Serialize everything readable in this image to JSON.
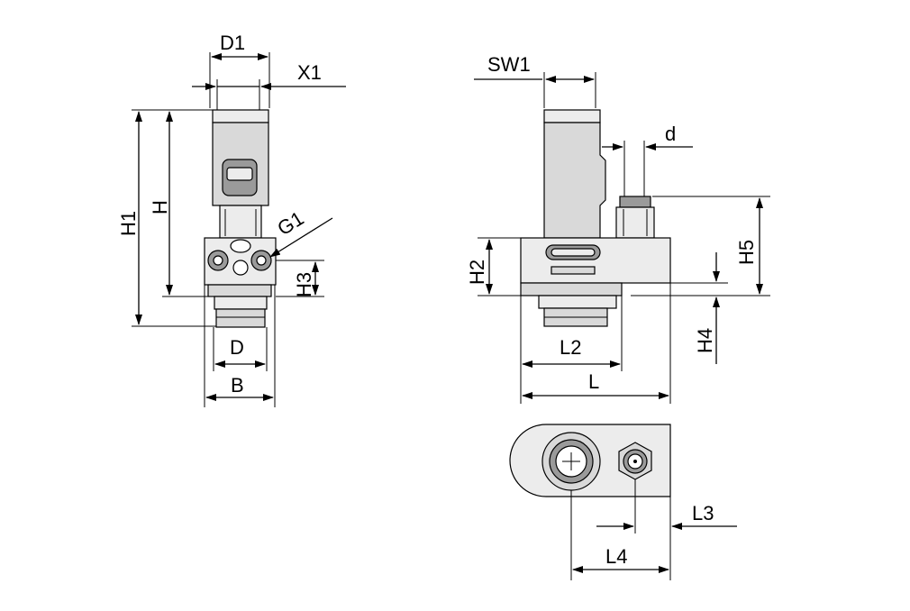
{
  "labels": {
    "D1": "D1",
    "X1": "X1",
    "H1": "H1",
    "H": "H",
    "G1": "G1",
    "H3": "H3",
    "D": "D",
    "B": "B",
    "SW1": "SW1",
    "d": "d",
    "H5": "H5",
    "H2": "H2",
    "H4": "H4",
    "L2": "L2",
    "L": "L",
    "L3": "L3",
    "L4": "L4"
  },
  "colors": {
    "line": "#000000",
    "part_fill": "#d9d9d9",
    "part_light": "#ececec",
    "part_dark": "#9a9a9a"
  }
}
